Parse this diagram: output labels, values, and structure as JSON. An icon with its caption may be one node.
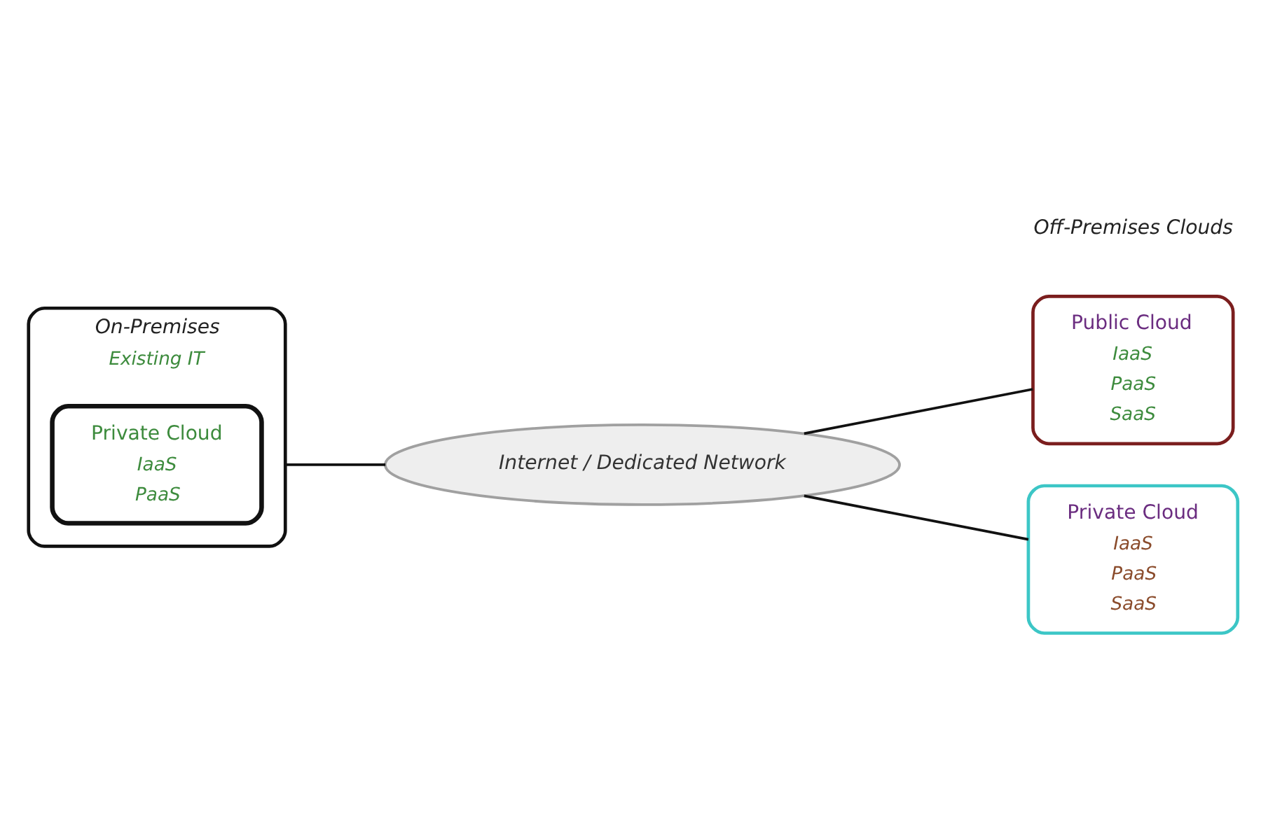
{
  "diagram": {
    "nodes": [
      {
        "text": [
          "On-Premises",
          "Existing IT"
        ]
      },
      {
        "text": [
          "Private Cloud",
          "IaaS",
          "PaaS"
        ],
        "in": 0
      },
      {
        "text": [
          "Internet / Dedicated Network"
        ]
      },
      {
        "text": [
          "Public Cloud",
          "IaaS",
          "PaaS",
          "SaaS"
        ]
      },
      {
        "text": [
          "Private Cloud",
          "IaaS",
          "PaaS",
          "SaaS"
        ]
      }
    ],
    "edges": [
      {
        "from": 0,
        "to": 2,
        "arrow": "none"
      },
      {
        "from": 2,
        "to": 3,
        "arrow": "none"
      },
      {
        "from": 2,
        "to": 4,
        "arrow": "none"
      }
    ],
    "labels": [
      "Off-Premises Clouds"
    ]
  }
}
